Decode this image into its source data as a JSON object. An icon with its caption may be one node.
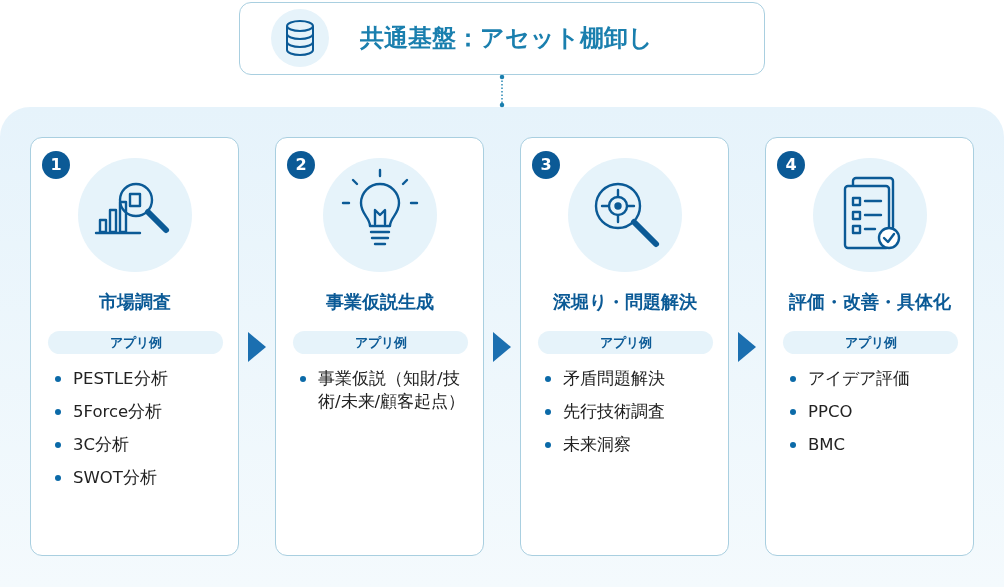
{
  "diagram": {
    "nodes": [
      {
        "text": [
          "共通基盤：アセット棚卸し"
        ]
      },
      {
        "text": [],
        "shape": "box"
      },
      {
        "text": [
          "1",
          "市場調査",
          "アプリ例",
          "PESTLE分析",
          "5Force分析",
          "3C分析",
          "SWOT分析"
        ],
        "in": 1
      },
      {
        "text": [
          "2",
          "事業仮説生成",
          "アプリ例",
          "事業仮説（知財/技術/未来/顧客起点）"
        ],
        "in": 1
      },
      {
        "text": [
          "3",
          "深堀り・問題解決",
          "アプリ例",
          "矛盾問題解決",
          "先行技術調査",
          "未来洞察"
        ],
        "in": 1
      },
      {
        "text": [
          "4",
          "評価・改善・具体化",
          "アプリ例",
          "アイデア評価",
          "PPCO",
          "BMC"
        ],
        "in": 1
      }
    ],
    "edges": [
      {
        "from": 0,
        "to": 1,
        "arrow": "other",
        "style": "dashed"
      },
      {
        "from": 2,
        "to": 3,
        "arrow": "to"
      },
      {
        "from": 3,
        "to": 4,
        "arrow": "to"
      },
      {
        "from": 4,
        "to": 5,
        "arrow": "to"
      }
    ]
  }
}
